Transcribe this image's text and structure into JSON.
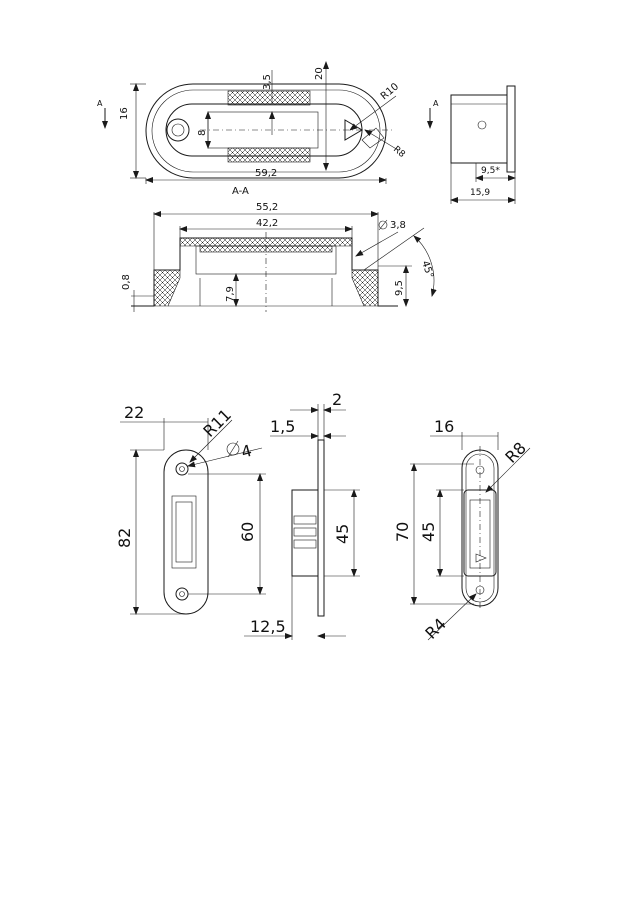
{
  "top_views": {
    "section_marker": "A",
    "dims": {
      "height_16": "16",
      "gap_8": "8",
      "depth_3_5": "3,5",
      "depth_20": "20",
      "radius_r10": "R10",
      "radius_r8": "R8",
      "length_59_2": "59,2",
      "side_9_5": "9,5*",
      "side_15_9": "15,9"
    },
    "section_title": "A-A"
  },
  "section_view": {
    "dims": {
      "len_55_2": "55,2",
      "len_42_2": "42,2",
      "dia_3_8": "3,8",
      "thick_0_8": "0,8",
      "h_7_9": "7,9",
      "h_9_5": "9,5",
      "angle_45": "45°"
    }
  },
  "bottom_views": {
    "strike_plate": {
      "width_22": "22",
      "radius_r11": "R11",
      "hole_dia_4": "4",
      "length_82": "82",
      "hole_spacing_60": "60"
    },
    "side_profile": {
      "thick_2": "2",
      "thick_1_5": "1,5",
      "height_45": "45",
      "depth_12_5": "12,5"
    },
    "lock_plate": {
      "width_16": "16",
      "radius_r8": "R8",
      "length_70": "70",
      "inner_45": "45",
      "radius_r4": "R4"
    }
  }
}
